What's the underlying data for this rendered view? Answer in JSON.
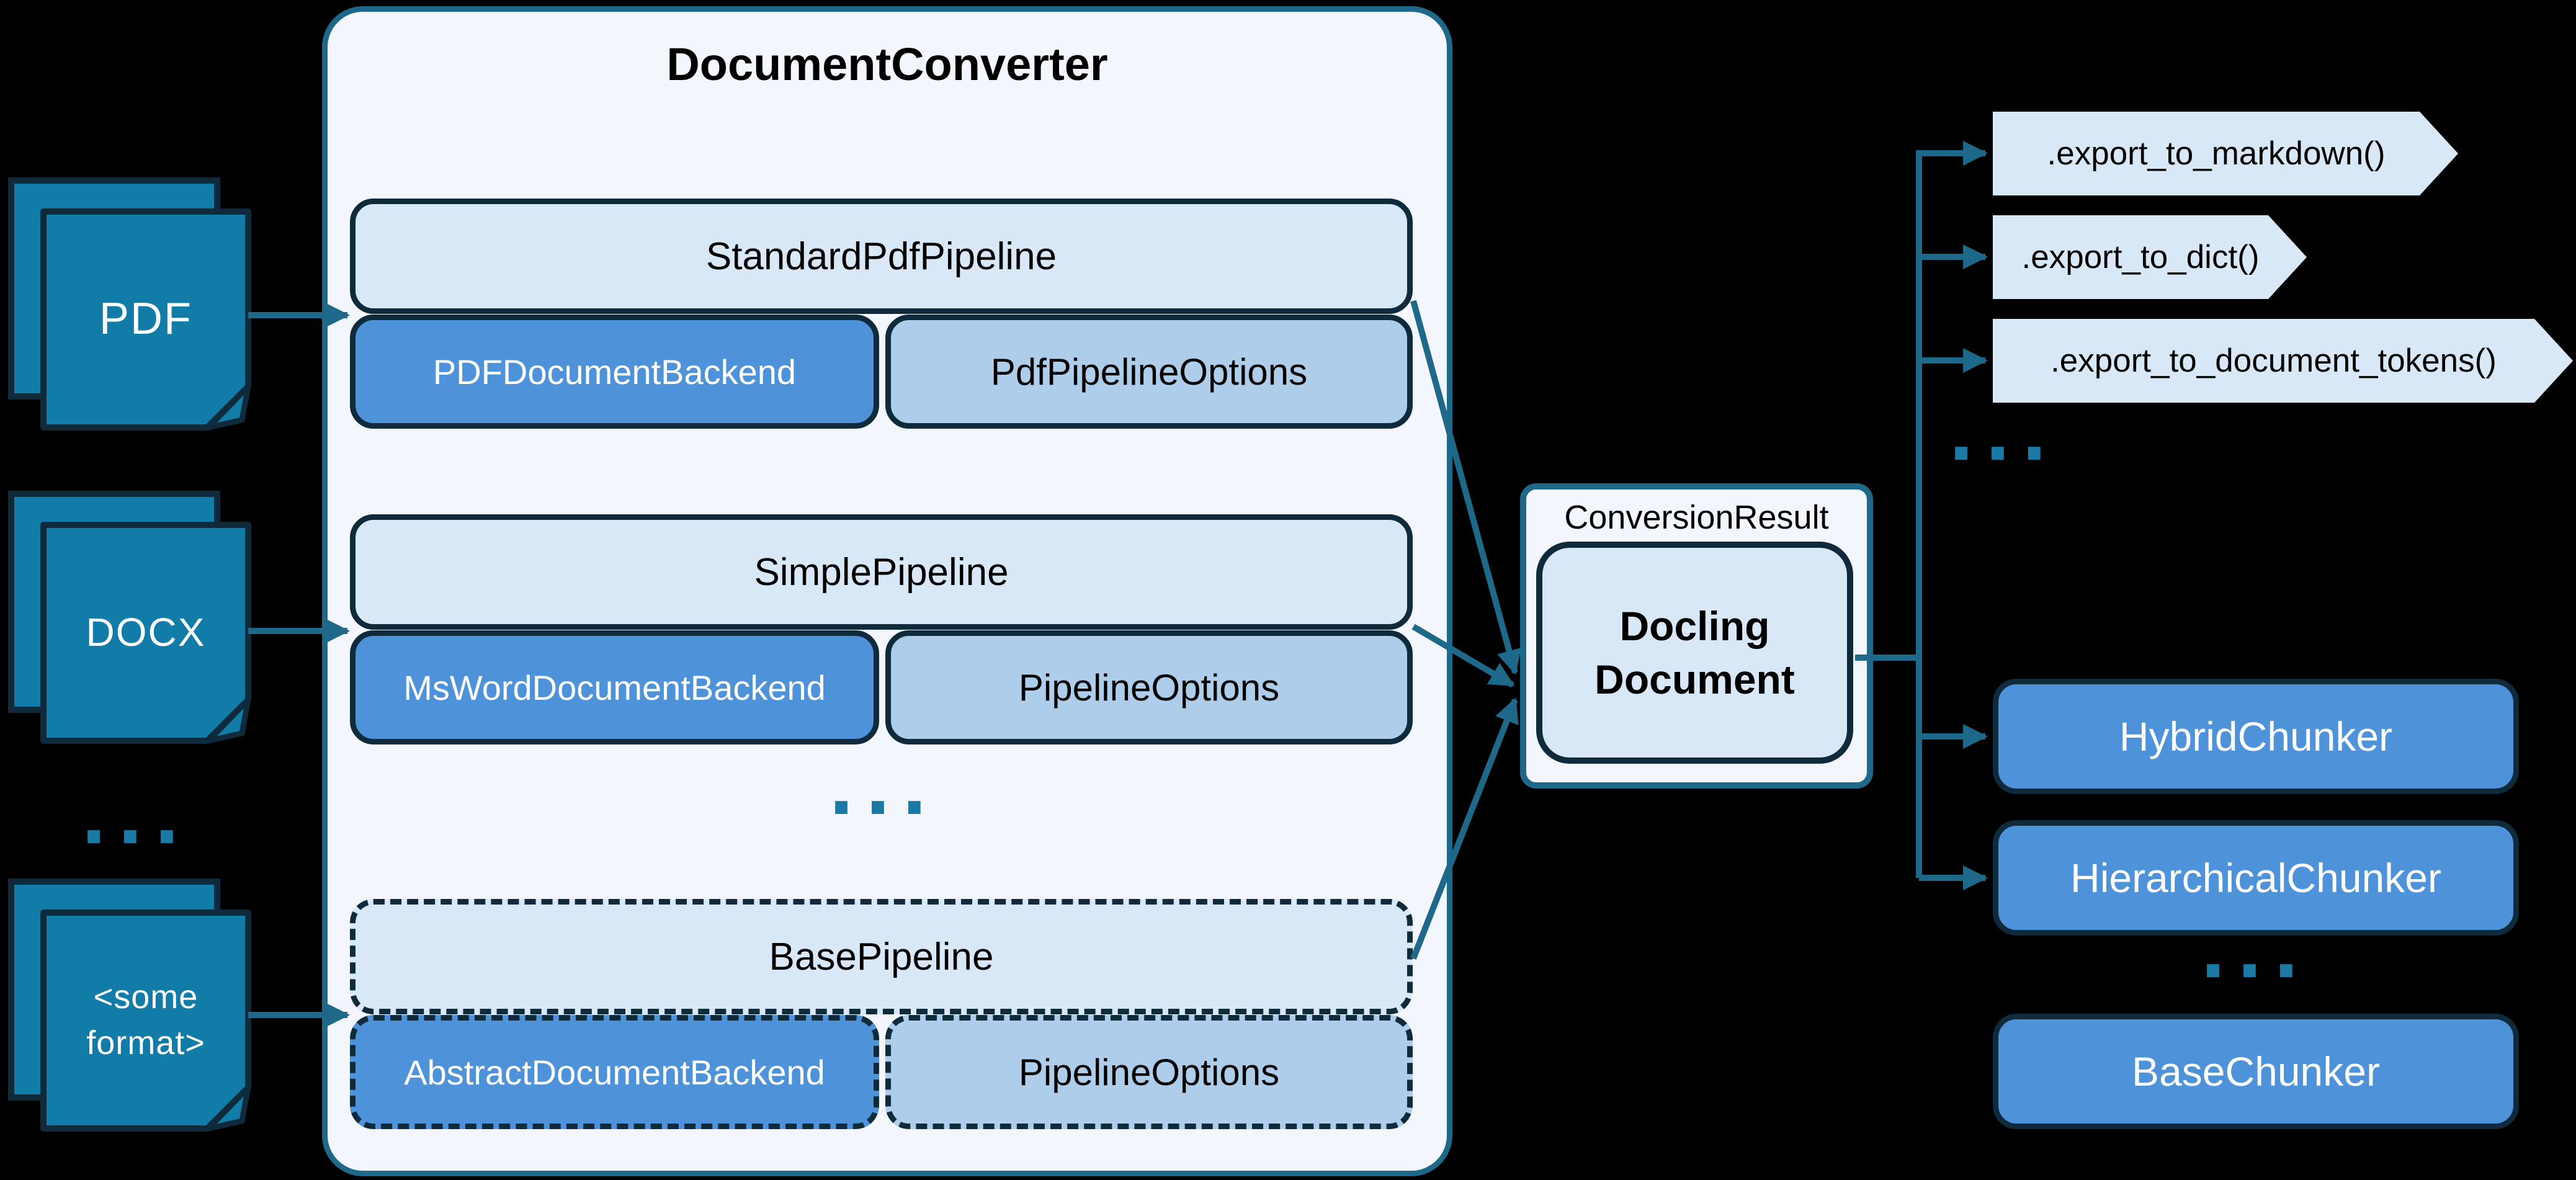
{
  "converter": {
    "title": "DocumentConverter",
    "ellipsis": "...",
    "pipelines": [
      {
        "name": "StandardPdfPipeline",
        "backend": "PDFDocumentBackend",
        "options": "PdfPipelineOptions"
      },
      {
        "name": "SimplePipeline",
        "backend": "MsWordDocumentBackend",
        "options": "PipelineOptions"
      },
      {
        "name": "BasePipeline",
        "backend": "AbstractDocumentBackend",
        "options": "PipelineOptions"
      }
    ]
  },
  "inputs": {
    "ellipsis": "...",
    "items": [
      {
        "label": "PDF"
      },
      {
        "label": "DOCX"
      },
      {
        "label": "<some format>",
        "line1": "<some",
        "line2": "format>"
      }
    ]
  },
  "result": {
    "title": "ConversionResult",
    "document_line1": "Docling",
    "document_line2": "Document"
  },
  "exports": {
    "ellipsis": "...",
    "items": [
      {
        "label": ".export_to_markdown()"
      },
      {
        "label": ".export_to_dict()"
      },
      {
        "label": ".export_to_document_tokens()"
      }
    ]
  },
  "chunkers": {
    "ellipsis": "...",
    "items": [
      {
        "label": "HybridChunker"
      },
      {
        "label": "HierarchicalChunker"
      },
      {
        "label": "BaseChunker"
      }
    ]
  },
  "colors": {
    "background": "#000000",
    "arrow_teal": "#1E6889",
    "box_border_navy": "#0E2A3B",
    "panel_fill": "#F3F6FC",
    "pipeline_fill": "#D9E8F7",
    "options_fill": "#ADCDEB",
    "accent_blue": "#4E93DA",
    "doc_icon_teal": "#117CA7",
    "dots_teal": "#1A7AA4"
  }
}
